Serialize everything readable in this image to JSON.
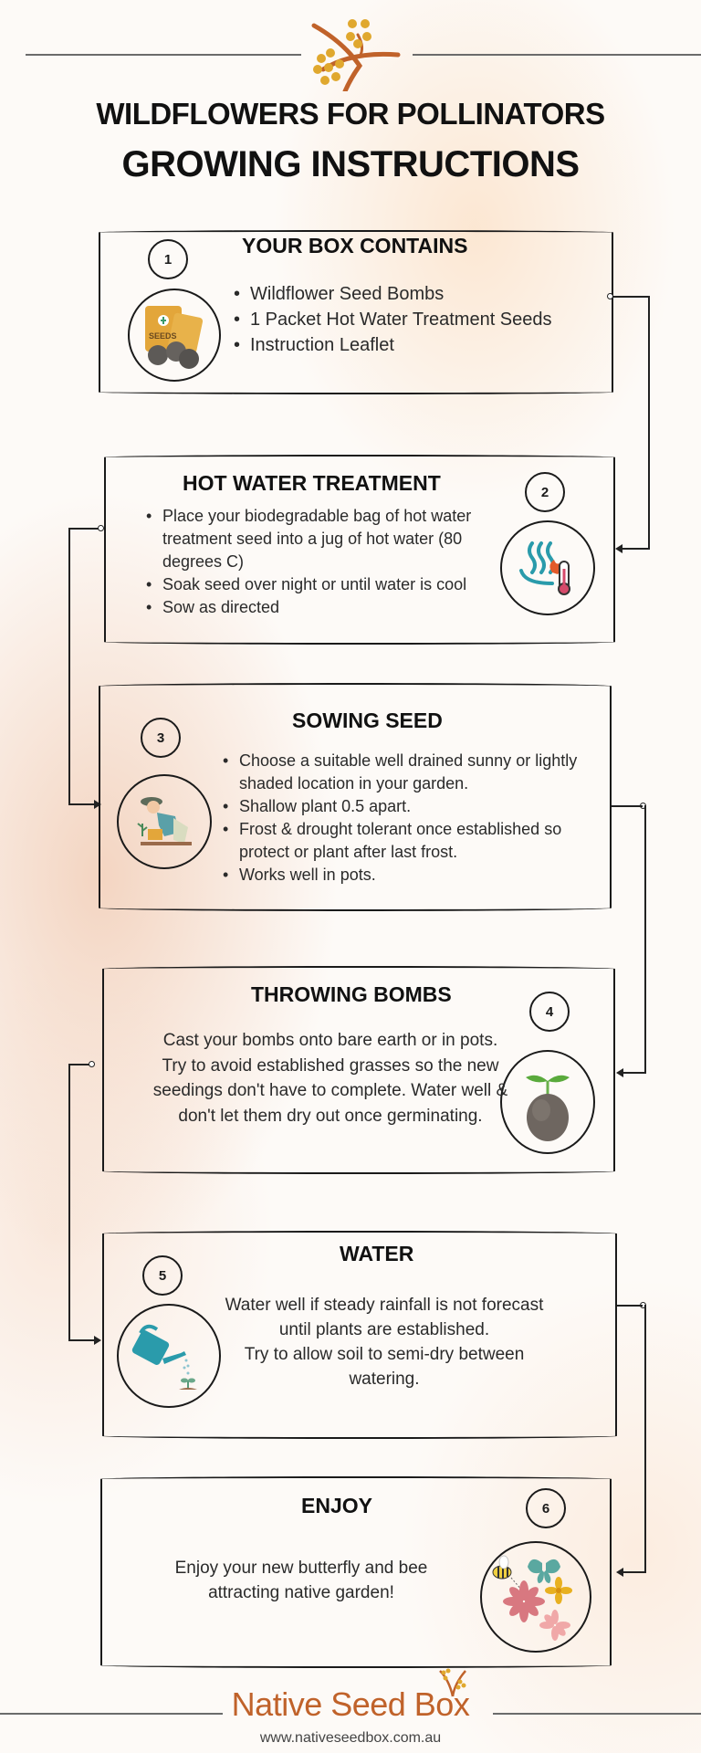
{
  "header": {
    "title_line1": "WILDFLOWERS FOR POLLINATORS",
    "title_line2": "GROWING INSTRUCTIONS",
    "logo_icon": "wattle-sprig-icon"
  },
  "colors": {
    "accent": "#c0622a",
    "wattle_yellow": "#e0a82e",
    "stroke": "#1a1a1a",
    "teal": "#2a9bab"
  },
  "steps": [
    {
      "number": "1",
      "title": "YOUR BOX CONTAINS",
      "icon": "seed-packets-and-bombs-icon",
      "items": [
        "Wildflower Seed Bombs",
        "1 Packet Hot Water Treatment Seeds",
        "Instruction Leaflet"
      ]
    },
    {
      "number": "2",
      "title": "HOT WATER TREATMENT",
      "icon": "hot-water-thermometer-icon",
      "items": [
        "Place your biodegradable bag of hot water treatment seed into a jug of hot water (80 degrees C)",
        "Soak seed over night or until water is cool",
        "Sow as directed"
      ]
    },
    {
      "number": "3",
      "title": "SOWING SEED",
      "icon": "gardener-planting-icon",
      "items": [
        "Choose a suitable well drained sunny or lightly shaded location in your garden.",
        "Shallow plant 0.5 apart.",
        "Frost & drought tolerant once established so protect or plant after last frost.",
        " Works well in pots."
      ]
    },
    {
      "number": "4",
      "title": "THROWING BOMBS",
      "icon": "seed-bomb-sprout-icon",
      "text": "Cast your bombs onto bare earth or in pots. Try to avoid established grasses so the new seedings don't have to complete. Water well & don't let them dry out once germinating."
    },
    {
      "number": "5",
      "title": "WATER",
      "icon": "watering-can-icon",
      "text_line1": "Water well if steady rainfall is not forecast until plants are established.",
      "text_line2": "Try to allow soil to semi-dry between watering."
    },
    {
      "number": "6",
      "title": "ENJOY",
      "icon": "bee-butterfly-flowers-icon",
      "text": "Enjoy your new butterfly and bee attracting native garden!"
    }
  ],
  "footer": {
    "brand": "Native Seed Box",
    "url": "www.nativeseedbox.com.au"
  }
}
